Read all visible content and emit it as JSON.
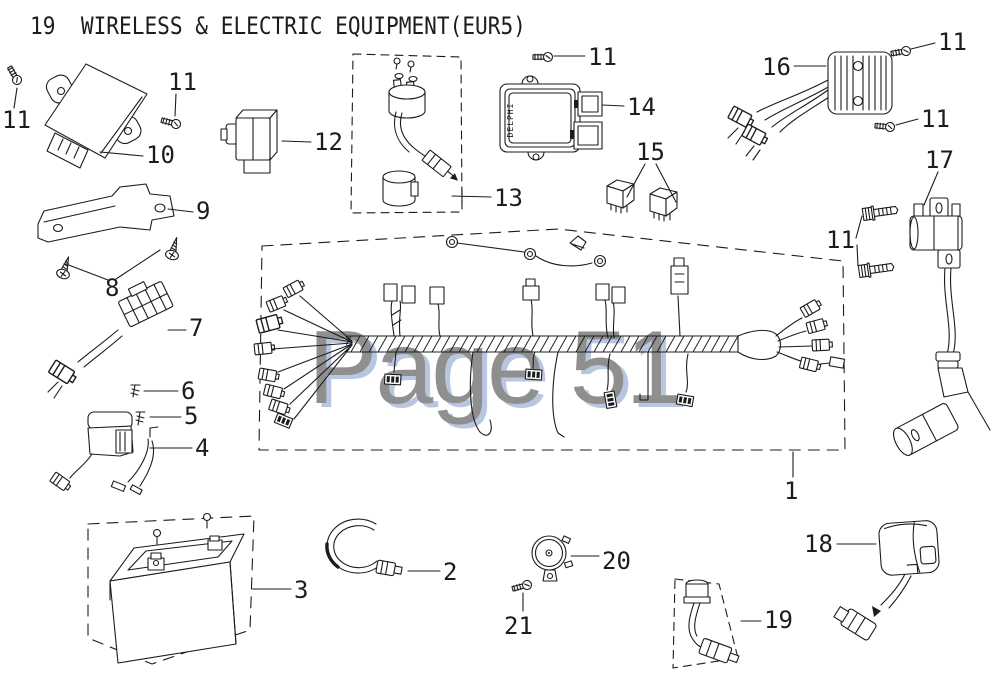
{
  "page": {
    "title": "19  WIRELESS & ELECTRIC EQUIPMENT(EUR5)",
    "watermark": "Page 51"
  },
  "colors": {
    "line": "#1c1c1c",
    "background": "#ffffff",
    "watermark_gray": "#8f8f8f",
    "watermark_shadow": "#b9c6df"
  },
  "component_markings": {
    "ecu": "DELPHI"
  },
  "callouts": {
    "1": "1",
    "2": "2",
    "3": "3",
    "4": "4",
    "5": "5",
    "6": "6",
    "7": "7",
    "8": "8",
    "9": "9",
    "10": "10",
    "11": "11",
    "12": "12",
    "13": "13",
    "14": "14",
    "15": "15",
    "16": "16",
    "17": "17",
    "18": "18",
    "19": "19",
    "20": "20",
    "21": "21"
  }
}
